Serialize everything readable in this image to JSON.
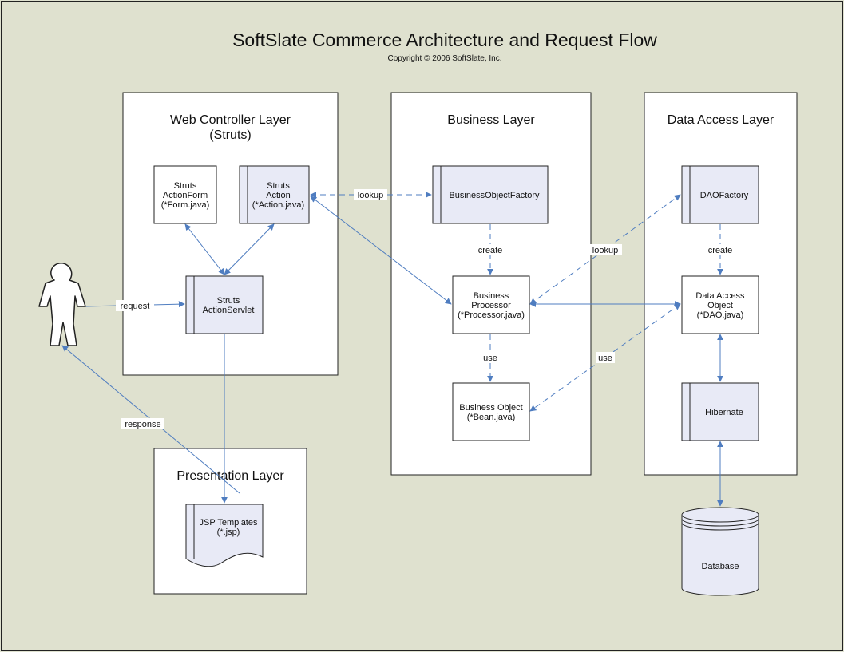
{
  "title": "SoftSlate Commerce Architecture and Request Flow",
  "copyright": "Copyright © 2006 SoftSlate, Inc.",
  "colors": {
    "background": "#dfe1cf",
    "container_fill": "#ffffff",
    "component_fill": "#e8eaf6",
    "plain_fill": "#ffffff",
    "edge": "#4f7dc0",
    "border": "#222222"
  },
  "layers": [
    {
      "id": "web",
      "title": [
        "Web Controller Layer",
        "(Struts)"
      ]
    },
    {
      "id": "business",
      "title": [
        "Business Layer"
      ]
    },
    {
      "id": "data",
      "title": [
        "Data Access Layer"
      ]
    },
    {
      "id": "presentation",
      "title": [
        "Presentation Layer"
      ]
    }
  ],
  "components": [
    {
      "id": "actionform",
      "label": [
        "Struts",
        "ActionForm",
        "(*Form.java)"
      ],
      "style": "plain"
    },
    {
      "id": "action",
      "label": [
        "Struts",
        "Action",
        "(*Action.java)"
      ],
      "style": "component"
    },
    {
      "id": "actionservlet",
      "label": [
        "Struts",
        "ActionServlet"
      ],
      "style": "component"
    },
    {
      "id": "bof",
      "label": [
        "BusinessObjectFactory"
      ],
      "style": "component"
    },
    {
      "id": "processor",
      "label": [
        "Business",
        "Processor",
        "(*Processor.java)"
      ],
      "style": "plain"
    },
    {
      "id": "bizobj",
      "label": [
        "Business Object",
        "(*Bean.java)"
      ],
      "style": "plain"
    },
    {
      "id": "daofactory",
      "label": [
        "DAOFactory"
      ],
      "style": "component"
    },
    {
      "id": "dao",
      "label": [
        "Data Access",
        "Object",
        "(*DAO.java)"
      ],
      "style": "plain"
    },
    {
      "id": "hibernate",
      "label": [
        "Hibernate"
      ],
      "style": "component"
    },
    {
      "id": "jsp",
      "label": [
        "JSP Templates",
        "(*.jsp)"
      ],
      "style": "document"
    },
    {
      "id": "database",
      "label": [
        "Database"
      ],
      "style": "cylinder"
    }
  ],
  "actor": {
    "icon": "user-icon"
  },
  "edges": [
    {
      "id": "request",
      "label": "request",
      "dashed": false
    },
    {
      "id": "response",
      "label": "response",
      "dashed": false
    },
    {
      "id": "lookup-bof",
      "label": "lookup",
      "dashed": true
    },
    {
      "id": "lookup-dao",
      "label": "lookup",
      "dashed": true
    },
    {
      "id": "create-processor",
      "label": "create",
      "dashed": true
    },
    {
      "id": "create-dao",
      "label": "create",
      "dashed": true
    },
    {
      "id": "use-bizobj",
      "label": "use",
      "dashed": true
    },
    {
      "id": "use-dao-bizobj",
      "label": "use",
      "dashed": true
    },
    {
      "id": "form-servlet",
      "label": "",
      "dashed": false
    },
    {
      "id": "action-servlet",
      "label": "",
      "dashed": false
    },
    {
      "id": "action-processor",
      "label": "",
      "dashed": false
    },
    {
      "id": "processor-dao",
      "label": "",
      "dashed": false
    },
    {
      "id": "dao-hibernate",
      "label": "",
      "dashed": false
    },
    {
      "id": "hibernate-db",
      "label": "",
      "dashed": false
    },
    {
      "id": "servlet-jsp",
      "label": "",
      "dashed": false
    }
  ]
}
